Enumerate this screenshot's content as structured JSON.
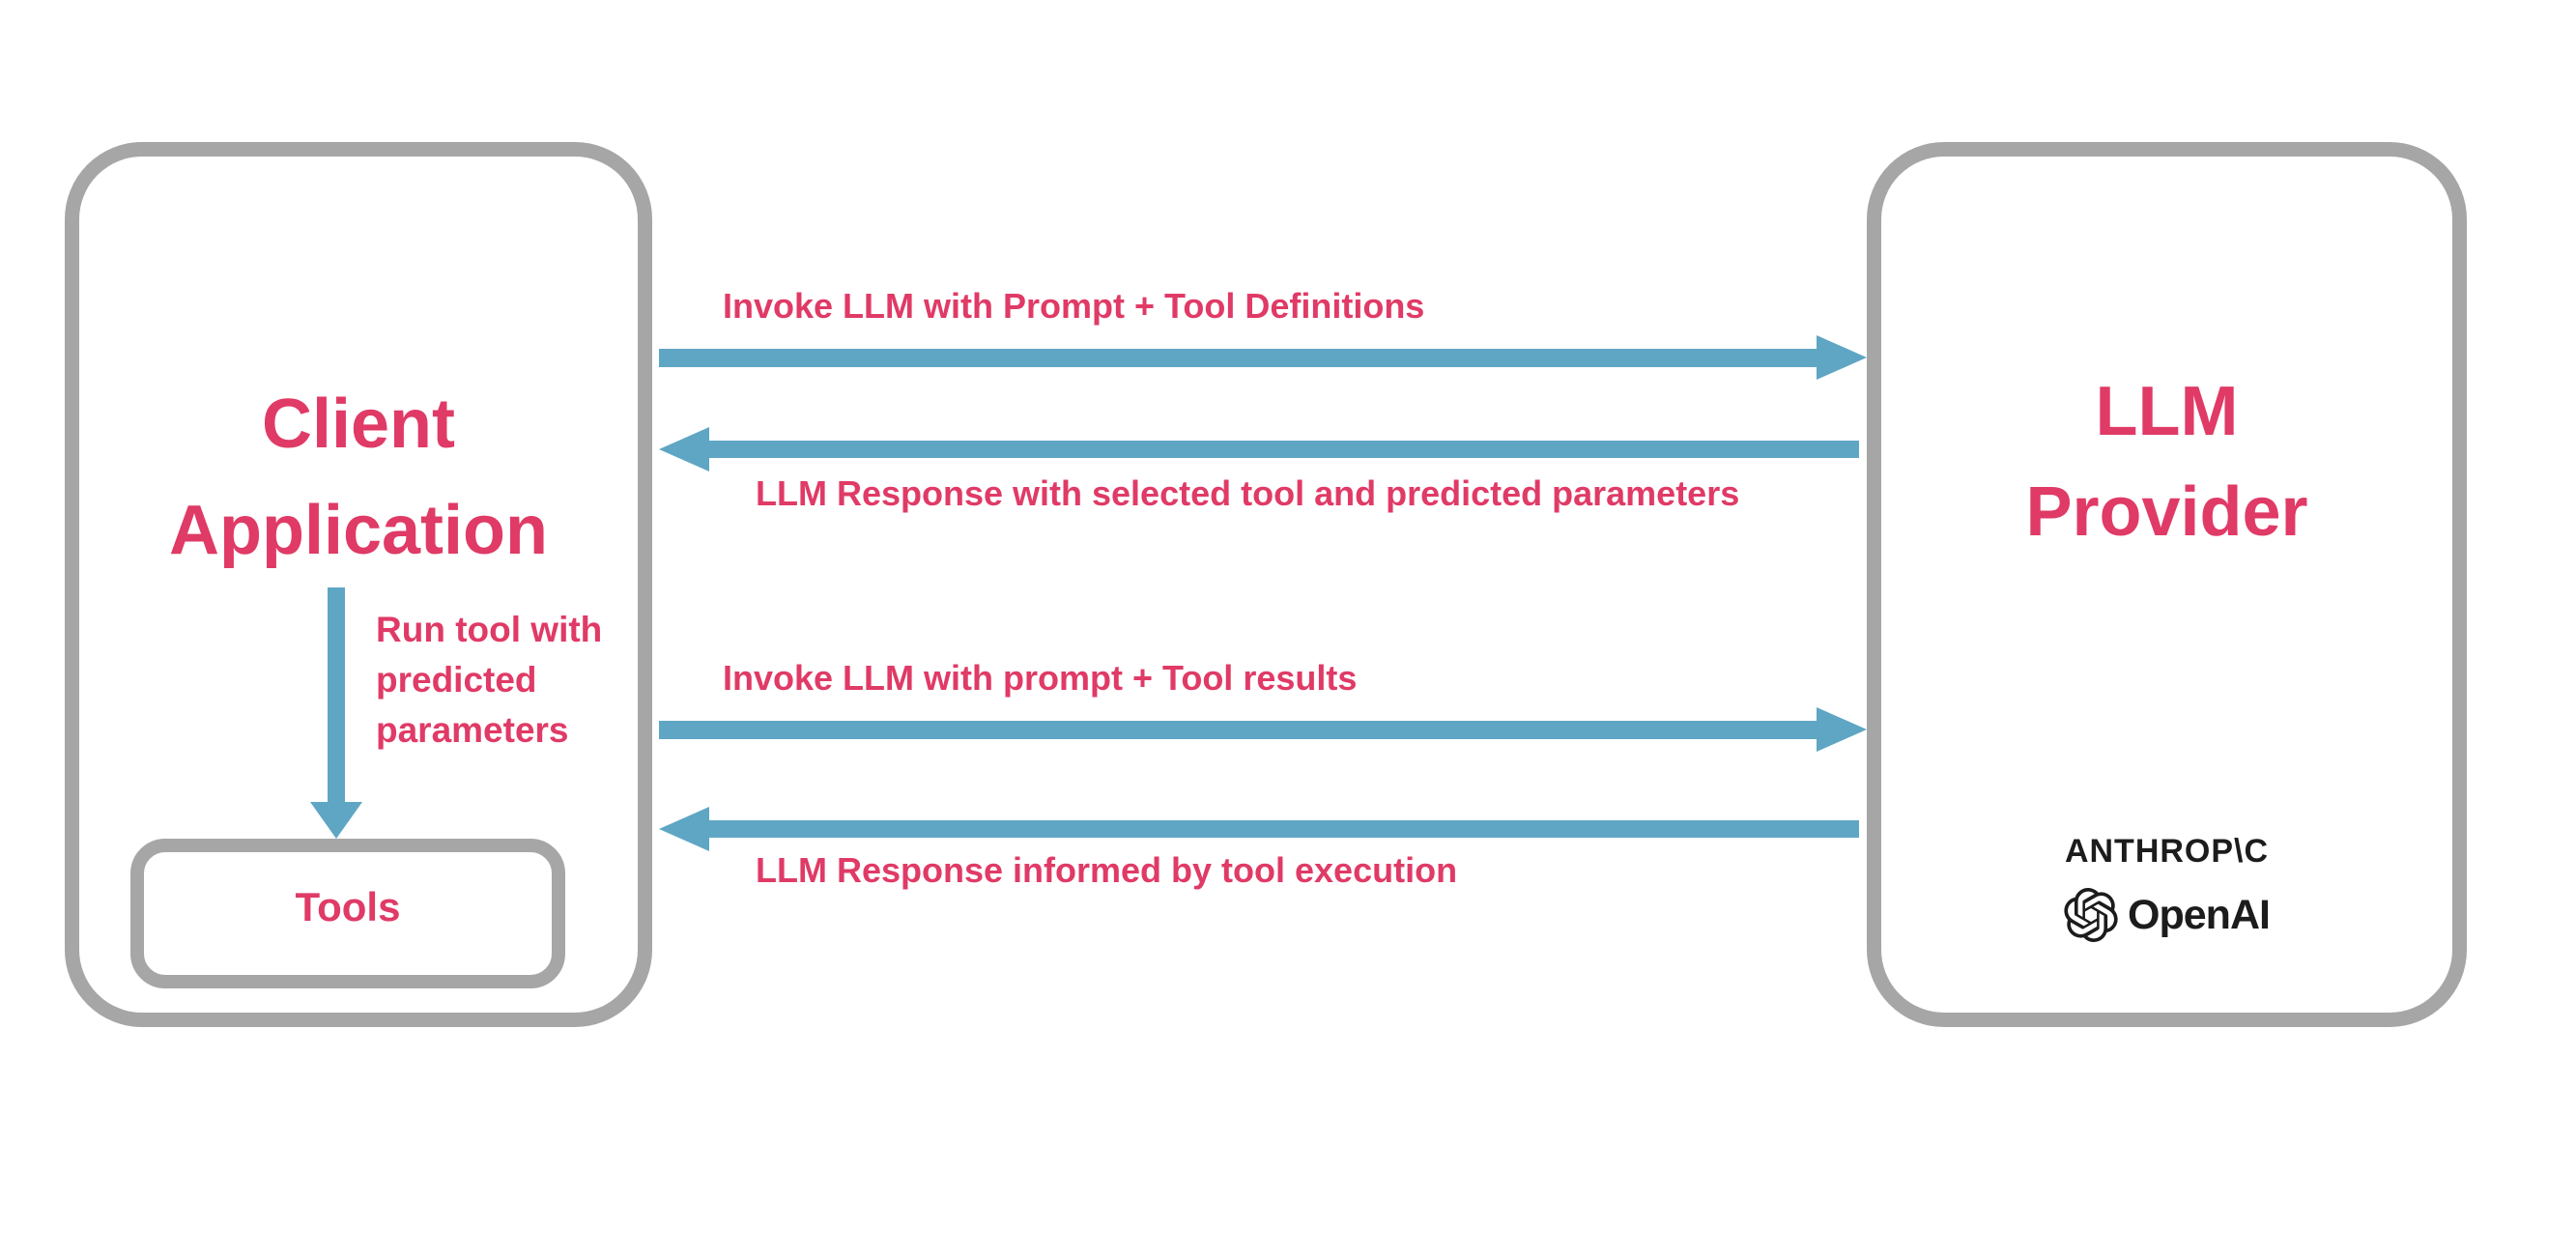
{
  "colors": {
    "pink": "#E03A66",
    "blue": "#5FA6C4",
    "box_border": "#A6A6A6",
    "logo_dark": "#1C1C1C",
    "background": "#FFFFFF"
  },
  "client_box": {
    "title_line1": "Client",
    "title_line2": "Application",
    "tools_box": {
      "label": "Tools"
    },
    "run_tool_arrow": {
      "direction": "down",
      "label": "Run tool with predicted parameters"
    }
  },
  "llm_provider_box": {
    "title_line1": "LLM",
    "title_line2": "Provider",
    "providers": [
      {
        "name": "Anthropic",
        "wordmark": "ANTHROP\\C"
      },
      {
        "name": "OpenAI",
        "wordmark": "OpenAI"
      }
    ]
  },
  "message_arrows": [
    {
      "direction": "right",
      "label": "Invoke LLM with Prompt + Tool Definitions"
    },
    {
      "direction": "left",
      "label": "LLM Response with selected tool and predicted parameters"
    },
    {
      "direction": "right",
      "label": "Invoke LLM with prompt + Tool results"
    },
    {
      "direction": "left",
      "label": "LLM Response informed by tool execution"
    }
  ]
}
